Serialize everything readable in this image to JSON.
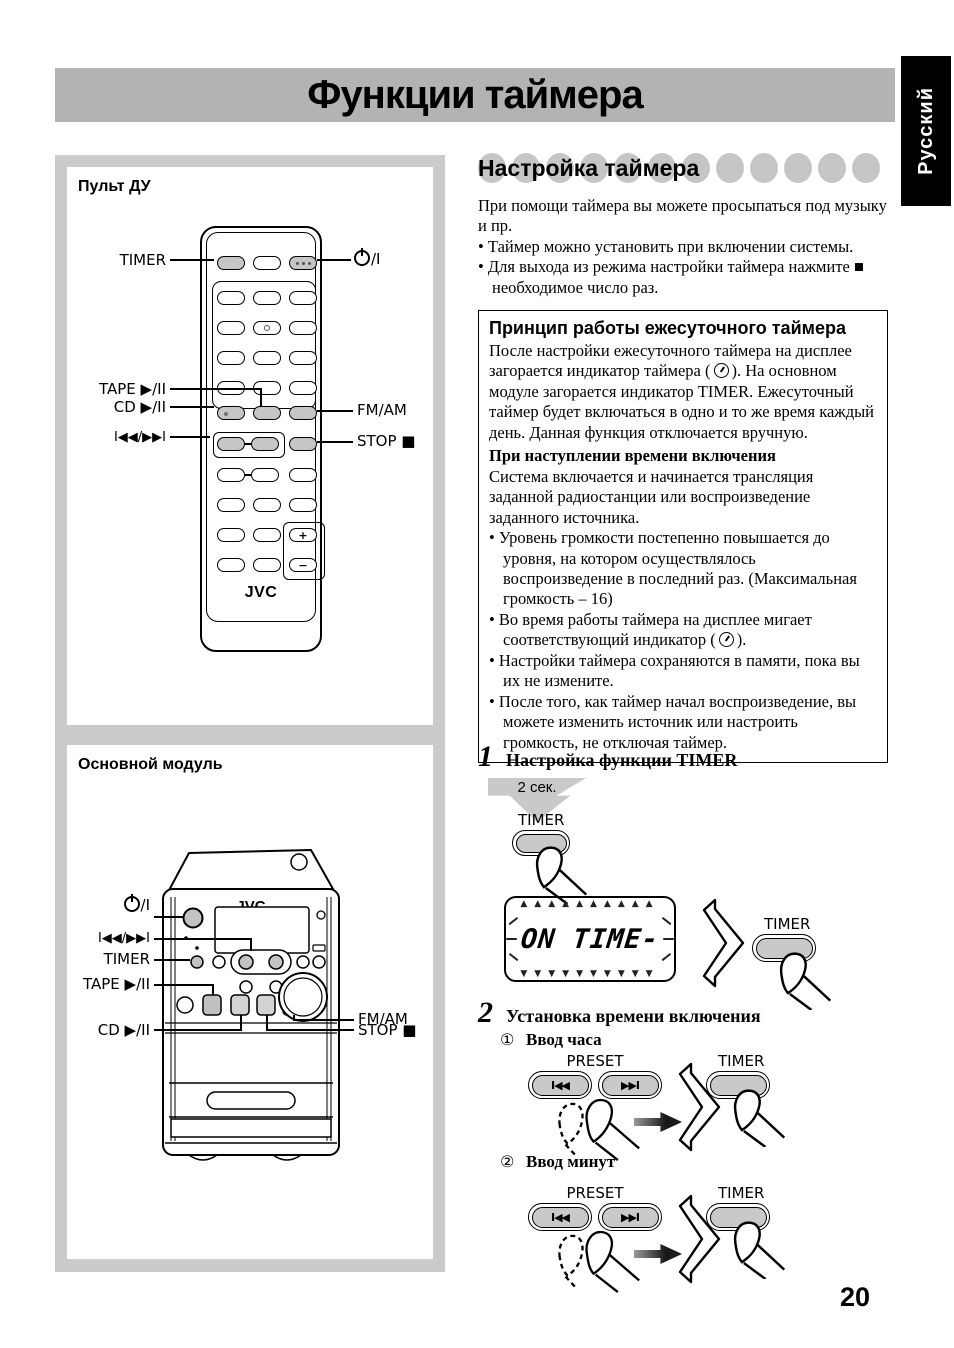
{
  "page": {
    "title": "Функции таймера",
    "language_tab": "Русский",
    "page_number": "20"
  },
  "labels": {
    "timer": "TIMER",
    "power": "/I",
    "tape": "TAPE ▶/II",
    "cd": "CD ▶/II",
    "fm_am": "FM/AM",
    "skip": "I◀◀/▶▶I",
    "stop": "STOP ■",
    "preset": "PRESET",
    "skip_back": "I◀◀",
    "skip_fwd": "▶▶I",
    "brand": "JVC",
    "vol_plus": "+",
    "vol_minus": "−"
  },
  "remote_box": {
    "title": "Пульт ДУ"
  },
  "module_box": {
    "title": "Основной модуль"
  },
  "section": {
    "title": "Настройка таймера",
    "intro": "При помощи таймера вы можете просыпаться под музыку и пр.",
    "intro_bullets": [
      "Таймер можно установить при включении системы.",
      "Для выхода из режима настройки таймера нажмите ■ необходимое число раз."
    ]
  },
  "info_box": {
    "heading": "Принцип работы ежесуточного таймера",
    "para1_a": "После настройки ежесуточного таймера на дисплее загорается индикатор таймера (",
    "para1_b": "). На основном модуле загорается индикатор TIMER. Ежесуточный таймер будет включаться в одно и то же время каждый день. Данная функция отключается вручную.",
    "subheading": "При наступлении времени включения",
    "para2": "Система включается и начинается трансляция заданной радиостанции или воспроизведение заданного источника.",
    "bullets": [
      {
        "a": "Уровень громкости постепенно повышается до уровня, на котором осуществлялось воспроизведение в последний раз. (Максимальная громкость – 16)"
      },
      {
        "a": "Во время работы таймера на дисплее мигает соответствующий индикатор (",
        "b": ")."
      },
      {
        "a": "Настройки таймера сохраняются в памяти, пока вы их не измените."
      },
      {
        "a": "После того, как таймер начал воспроизведение, вы можете изменить источник или настроить громкость, не отключая таймер."
      }
    ]
  },
  "steps": {
    "step1_num": "1",
    "step1_title": "Настройка функции TIMER",
    "hold_hint": "2 сек.",
    "step2_num": "2",
    "step2_title": "Установка времени включения",
    "sub1_num": "①",
    "sub1_title": "Ввод часа",
    "sub2_num": "②",
    "sub2_title": "Ввод минут"
  },
  "display": {
    "text": "ON TIME-",
    "flash_top": "▲▲▲▲▲▲▲▲▲▲",
    "flash_bottom": "▼▼▼▼▼▼▼▼▼▼"
  },
  "colors": {
    "title_bar": "#b3b3b3",
    "panel_gray": "#cbcbcb",
    "dot_gray": "#c6c6c6",
    "button_gray": "#c9c9c9",
    "tab_black": "#000000"
  }
}
